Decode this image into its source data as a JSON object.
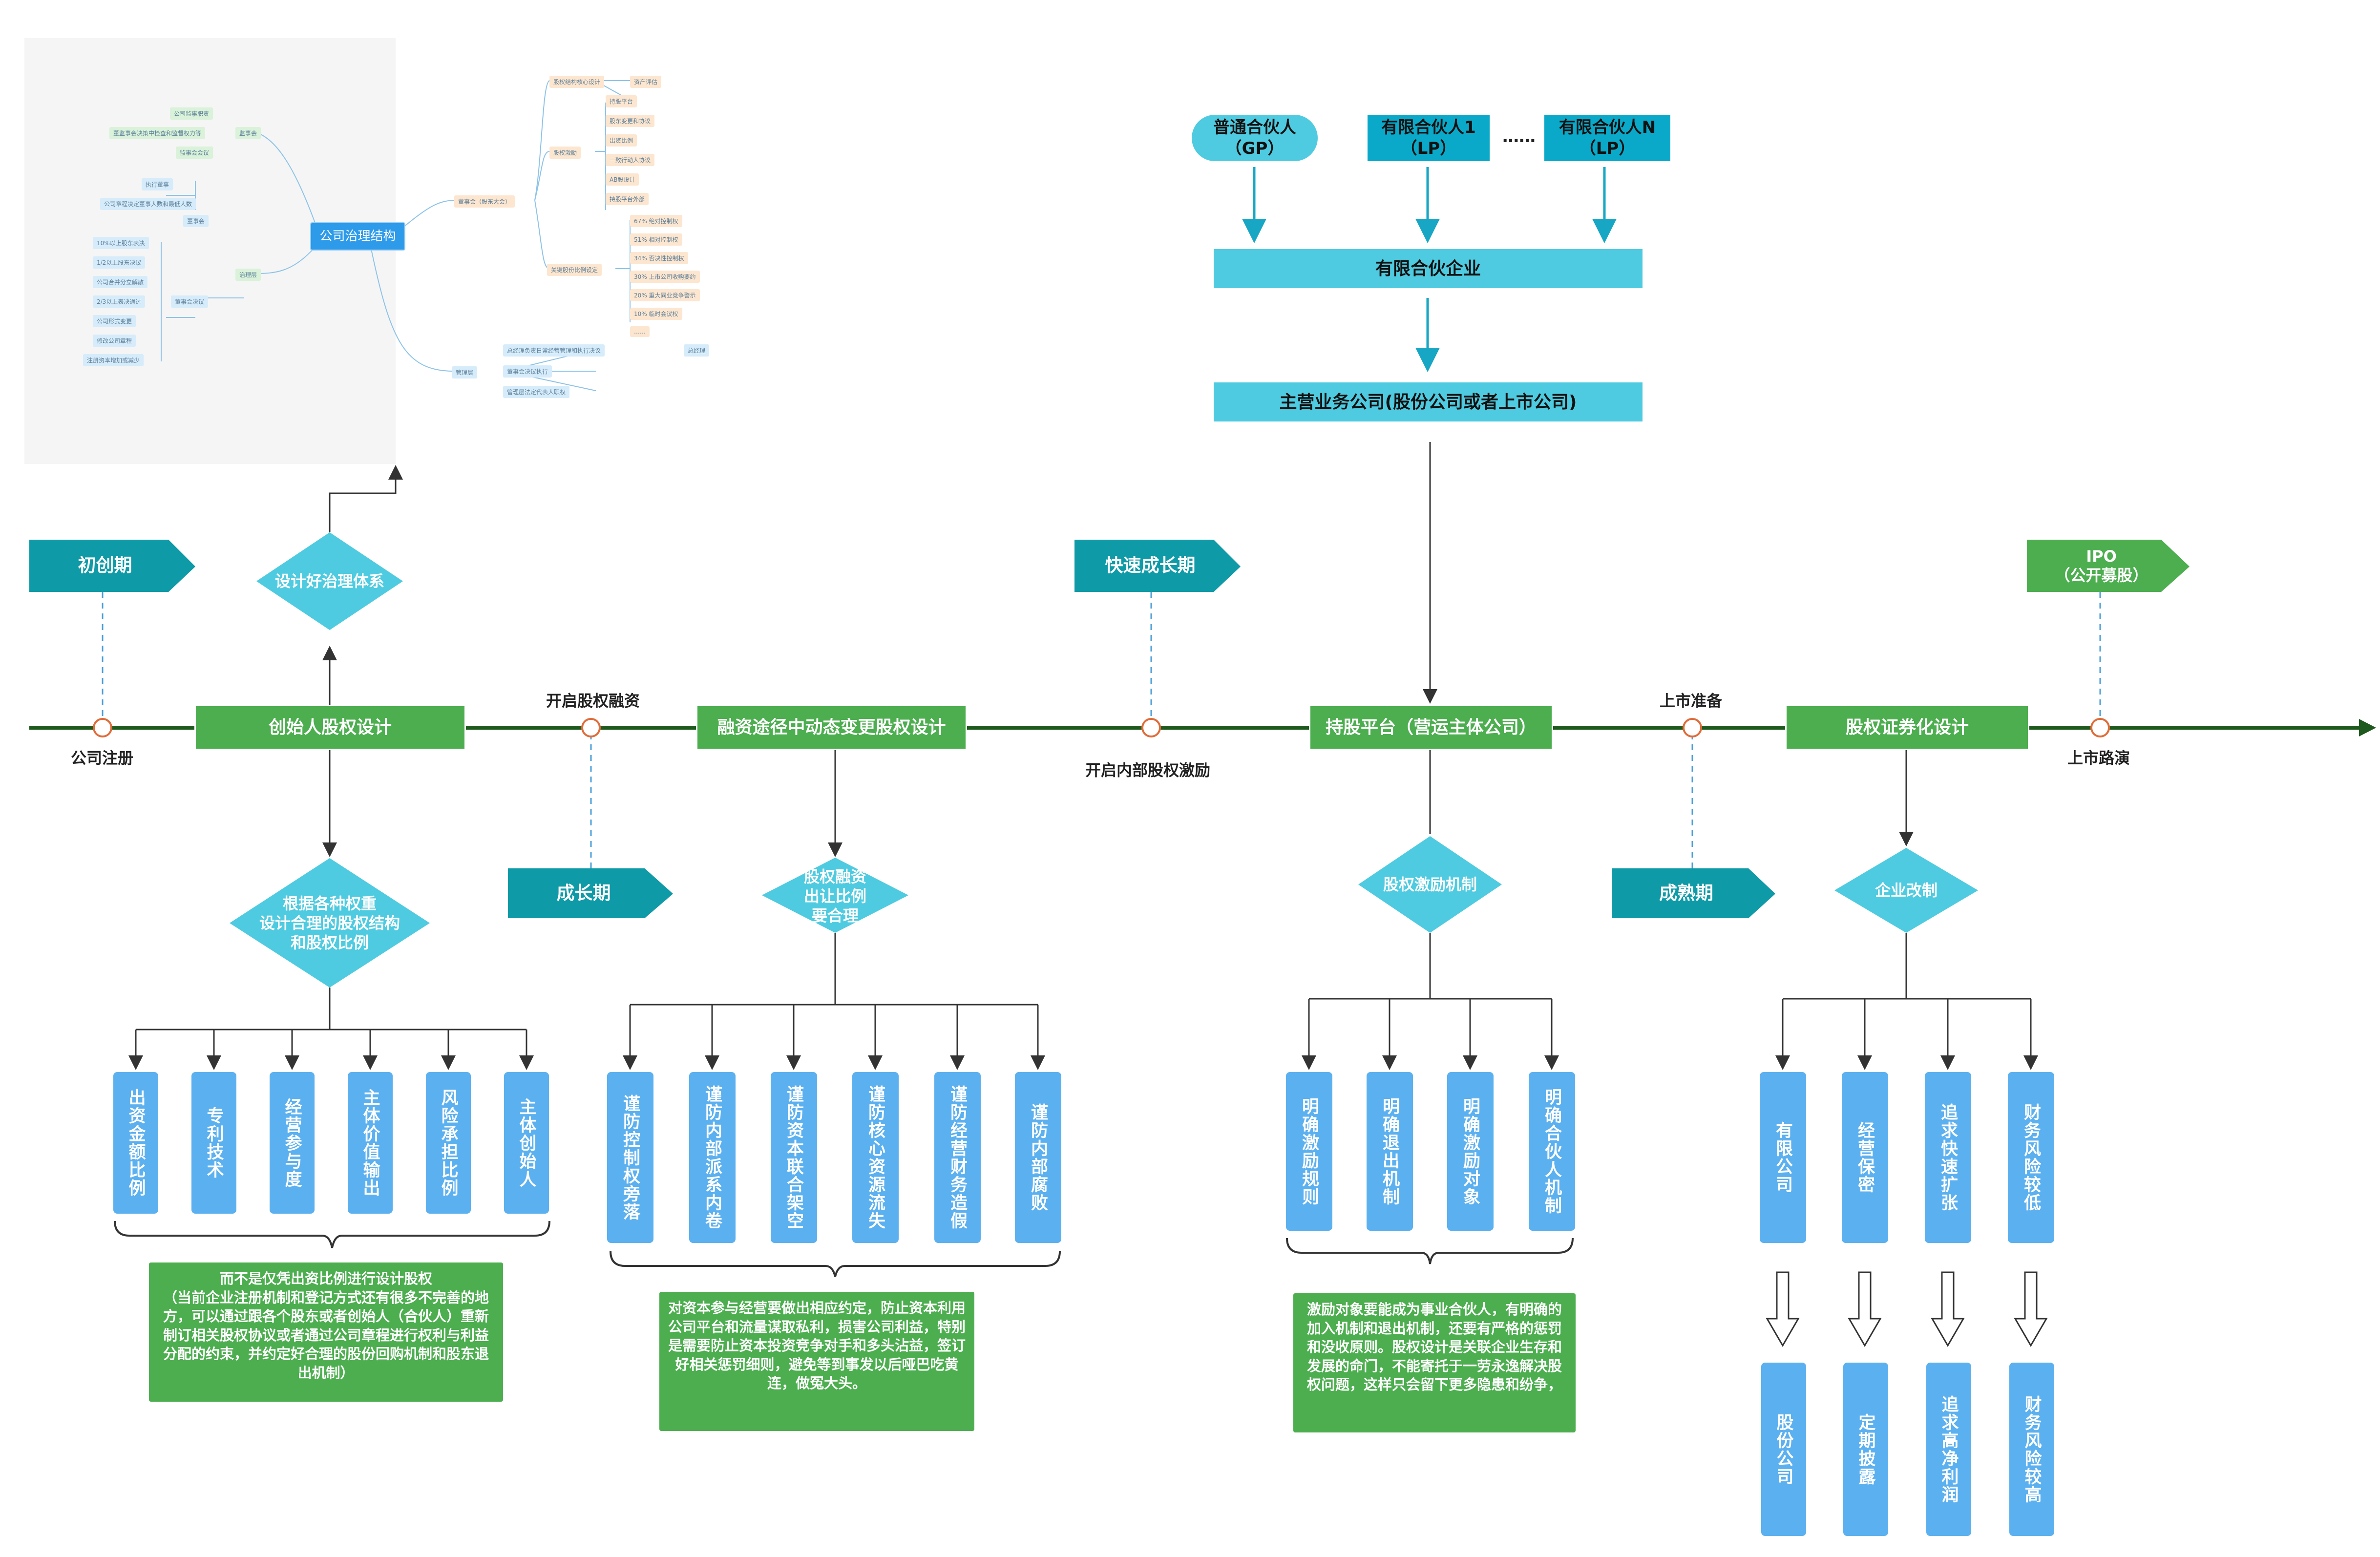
{
  "timeline": {
    "points": [
      "公司注册",
      "开启股权融资",
      "开启内部股权激励",
      "上市准备",
      "上市路演"
    ],
    "stage_tags": [
      "初创期",
      "成长期",
      "快速成长期",
      "成熟期",
      "IPO\n（公开募股）"
    ],
    "bars": [
      "创始人股权设计",
      "融资途径中动态变更股权设计",
      "持股平台（营运主体公司）",
      "股权证券化设计"
    ]
  },
  "diamonds": {
    "governance": "设计好治理体系",
    "founder": "根据各种权重\n设计合理的股权结构\n和股权比例",
    "financing": "股权融资\n出让比例\n要合理",
    "incentive": "股权激励机制",
    "reform": "企业改制"
  },
  "founder_factors": [
    "出资金额比例",
    "专利技术",
    "经营参与度",
    "主体价值输出",
    "风险承担比例",
    "主体创始人"
  ],
  "founder_note": "而不是仅凭出资比例进行设计股权\n（当前企业注册机制和登记方式还有很多不完善的地方，可以通过跟各个股东或者创始人（合伙人）重新制订相关股权协议或者通过公司章程进行权利与利益分配的约束，并约定好合理的股份回购机制和股东退出机制）",
  "financing_factors": [
    "谨防控制权旁落",
    "谨防内部派系内卷",
    "谨防资本联合架空",
    "谨防核心资源流失",
    "谨防经营财务造假",
    "谨防内部腐败"
  ],
  "financing_note": "对资本参与经营要做出相应约定，防止资本利用公司平台和流量谋取私利，损害公司利益，特别是需要防止资本投资竞争对手和多头沾益，签订好相关惩罚细则，避免等到事发以后哑巴吃黄连，做冤大头。",
  "incentive_factors": [
    "明确激励规则",
    "明确退出机制",
    "明确激励对象",
    "明确合伙人机制"
  ],
  "incentive_note": "激励对象要能成为事业合伙人，有明确的加入机制和退出机制，还要有严格的惩罚和没收原则。股权设计是关联企业生存和发展的命门，不能寄托于一劳永逸解决股权问题，这样只会留下更多隐患和纷争，",
  "reform_top": [
    "有限公司",
    "经营保密",
    "追求快速扩张",
    "财务风险较低"
  ],
  "reform_bottom": [
    "股份公司",
    "定期披露",
    "追求高净利润",
    "财务风险较高"
  ],
  "partnership": {
    "gp": "普通合伙人\n（GP）",
    "lp1": "有限合伙人1\n（LP）",
    "ellipsis": "……",
    "lpn": "有限合伙人N\n（LP）",
    "enterprise": "有限合伙企业",
    "main": "主营业务公司(股份公司或者上市公司)"
  },
  "mindmap": {
    "center": "公司治理结构",
    "branches": [
      "监事会",
      "治理层",
      "董事会（股东大会）",
      "管理层"
    ],
    "left_top": [
      "公司监事职责",
      "董监事会决策中检查和监督权力等",
      "监事会会议"
    ],
    "left_mid": [
      "执行董事",
      "公司章程决定董事人数和最低人数",
      "董事会"
    ],
    "left_list": [
      "10%以上股东表决",
      "1/2以上股东决议",
      "公司合并分立解散",
      "2/3以上表决通过",
      "公司形式变更",
      "修改公司章程",
      "注册资本增加或减少"
    ],
    "left_list_head": "董事会决议",
    "right_top": [
      "股权结构核心设计",
      "资产评估"
    ],
    "right_mid": [
      "股权激励",
      "持股平台",
      "股东变更和协议",
      "出资比例",
      "一致行动人协议",
      "AB股设计",
      "持股平台外部"
    ],
    "right_low_head": "关键股份比例设定",
    "right_low": [
      "67% 绝对控制权",
      "51% 相对控制权",
      "34% 否决性控制权",
      "30% 上市公司收购要约",
      "20% 重大同业竞争警示",
      "10% 临时会议权",
      "……"
    ],
    "bottom": [
      "总经理负责日常经营管理和执行决议",
      "董事会决议执行",
      "管理层法定代表人职权"
    ],
    "bottom_tag": "总经理"
  },
  "colors": {
    "green": "#4cae4f",
    "teal": "#4ecbe0",
    "dark_teal": "#0e9aa7",
    "blue": "#5bb0f0",
    "timeline": "#1e5a1e",
    "dot": "#e06c3a"
  }
}
